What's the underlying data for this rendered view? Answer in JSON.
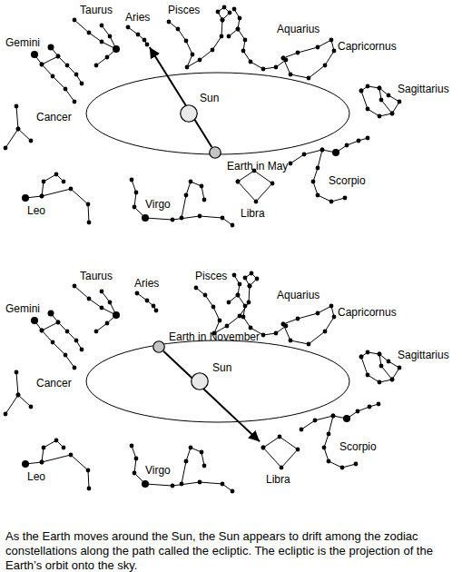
{
  "diagram": {
    "caption": "As the Earth moves around the Sun, the Sun appears to drift among the zodiac constellations along the path called the ecliptic. The ecliptic is the projection of the Earth’s orbit onto the sky.",
    "nodes": [
      {
        "text": [
          "Taurus"
        ]
      },
      {
        "text": [
          "Aries"
        ]
      },
      {
        "text": [
          "Pisces"
        ]
      },
      {
        "text": [
          "Aquarius"
        ]
      },
      {
        "text": [
          "Gemini"
        ]
      },
      {
        "text": [
          "Capricornus"
        ]
      },
      {
        "text": [
          "Sagittarius"
        ]
      },
      {
        "text": [
          "Sun"
        ]
      },
      {
        "text": [
          "Cancer"
        ]
      },
      {
        "text": [
          "Earth in May"
        ]
      },
      {
        "text": [
          "Scorpio"
        ]
      },
      {
        "text": [
          "Leo"
        ]
      },
      {
        "text": [
          "Virgo"
        ]
      },
      {
        "text": [
          "Libra"
        ]
      },
      {
        "text": [
          "Taurus"
        ]
      },
      {
        "text": [
          "Aries"
        ]
      },
      {
        "text": [
          "Pisces"
        ]
      },
      {
        "text": [
          "Gemini"
        ]
      },
      {
        "text": [
          "Aquarius"
        ]
      },
      {
        "text": [
          "Capricornus"
        ]
      },
      {
        "text": [
          "Earth in November"
        ]
      },
      {
        "text": [
          "Sagittarius"
        ]
      },
      {
        "text": [
          "Sun"
        ]
      },
      {
        "text": [
          "Cancer"
        ]
      },
      {
        "text": [
          "Scorpio"
        ]
      },
      {
        "text": [
          "Leo"
        ]
      },
      {
        "text": [
          "Libra"
        ]
      },
      {
        "text": [
          "Virgo"
        ]
      }
    ],
    "edges": [
      {
        "from": 9,
        "to": 1,
        "arrow": "to"
      },
      {
        "from": 20,
        "to": 26,
        "arrow": "to"
      }
    ]
  }
}
